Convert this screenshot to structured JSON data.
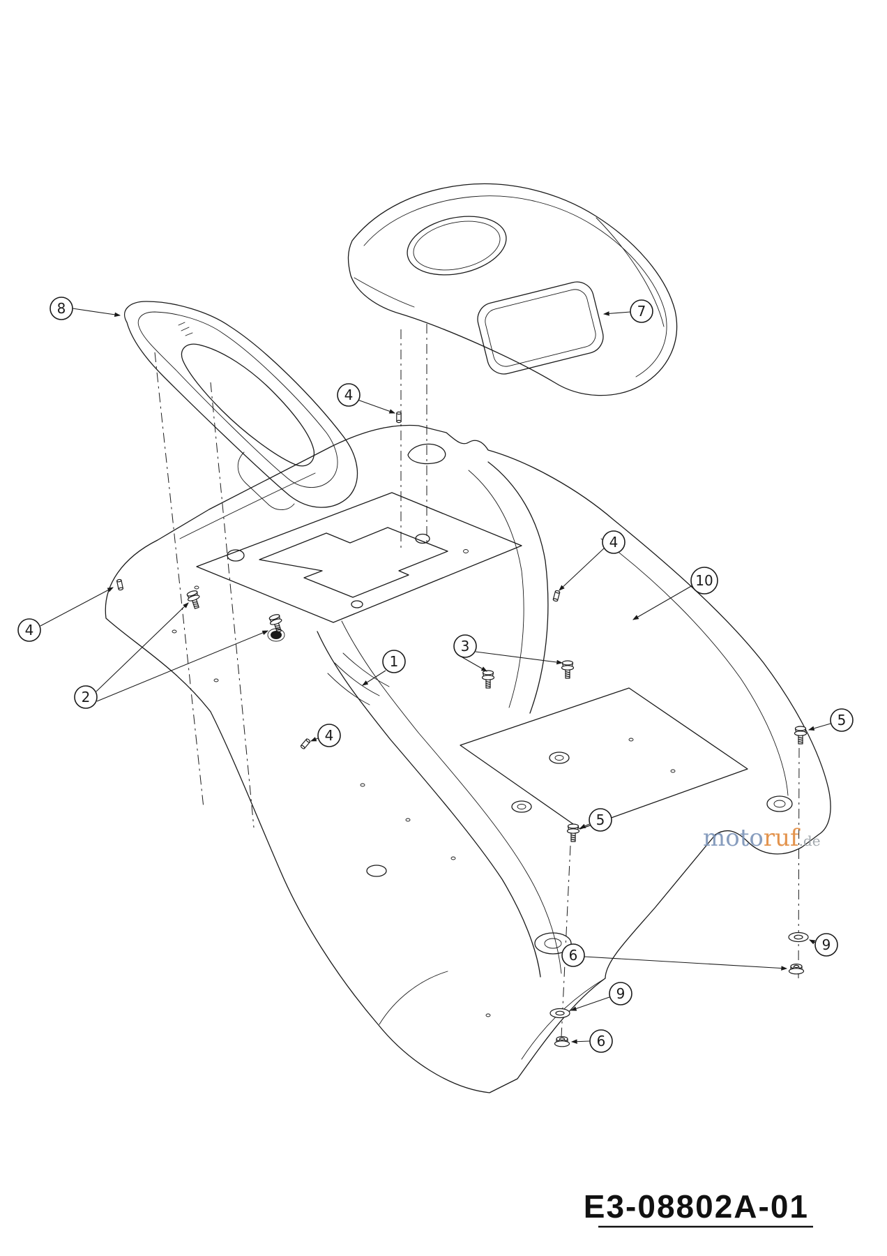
{
  "diagram": {
    "part_number": "E3-08802A-01",
    "watermark": {
      "part1": "moto",
      "part2": "ruf",
      "part3": ".de"
    },
    "colors": {
      "line": "#1a1a1a",
      "watermark_blue": "#7b93b8",
      "watermark_orange": "#e0883a",
      "watermark_gray": "#9aa0a6"
    },
    "callouts": [
      {
        "label": "8"
      },
      {
        "label": "7"
      },
      {
        "label": "4"
      },
      {
        "label": "4"
      },
      {
        "label": "10"
      },
      {
        "label": "4"
      },
      {
        "label": "2"
      },
      {
        "label": "1"
      },
      {
        "label": "3"
      },
      {
        "label": "4"
      },
      {
        "label": "5"
      },
      {
        "label": "5"
      },
      {
        "label": "9"
      },
      {
        "label": "6"
      },
      {
        "label": "9"
      },
      {
        "label": "6"
      }
    ]
  }
}
